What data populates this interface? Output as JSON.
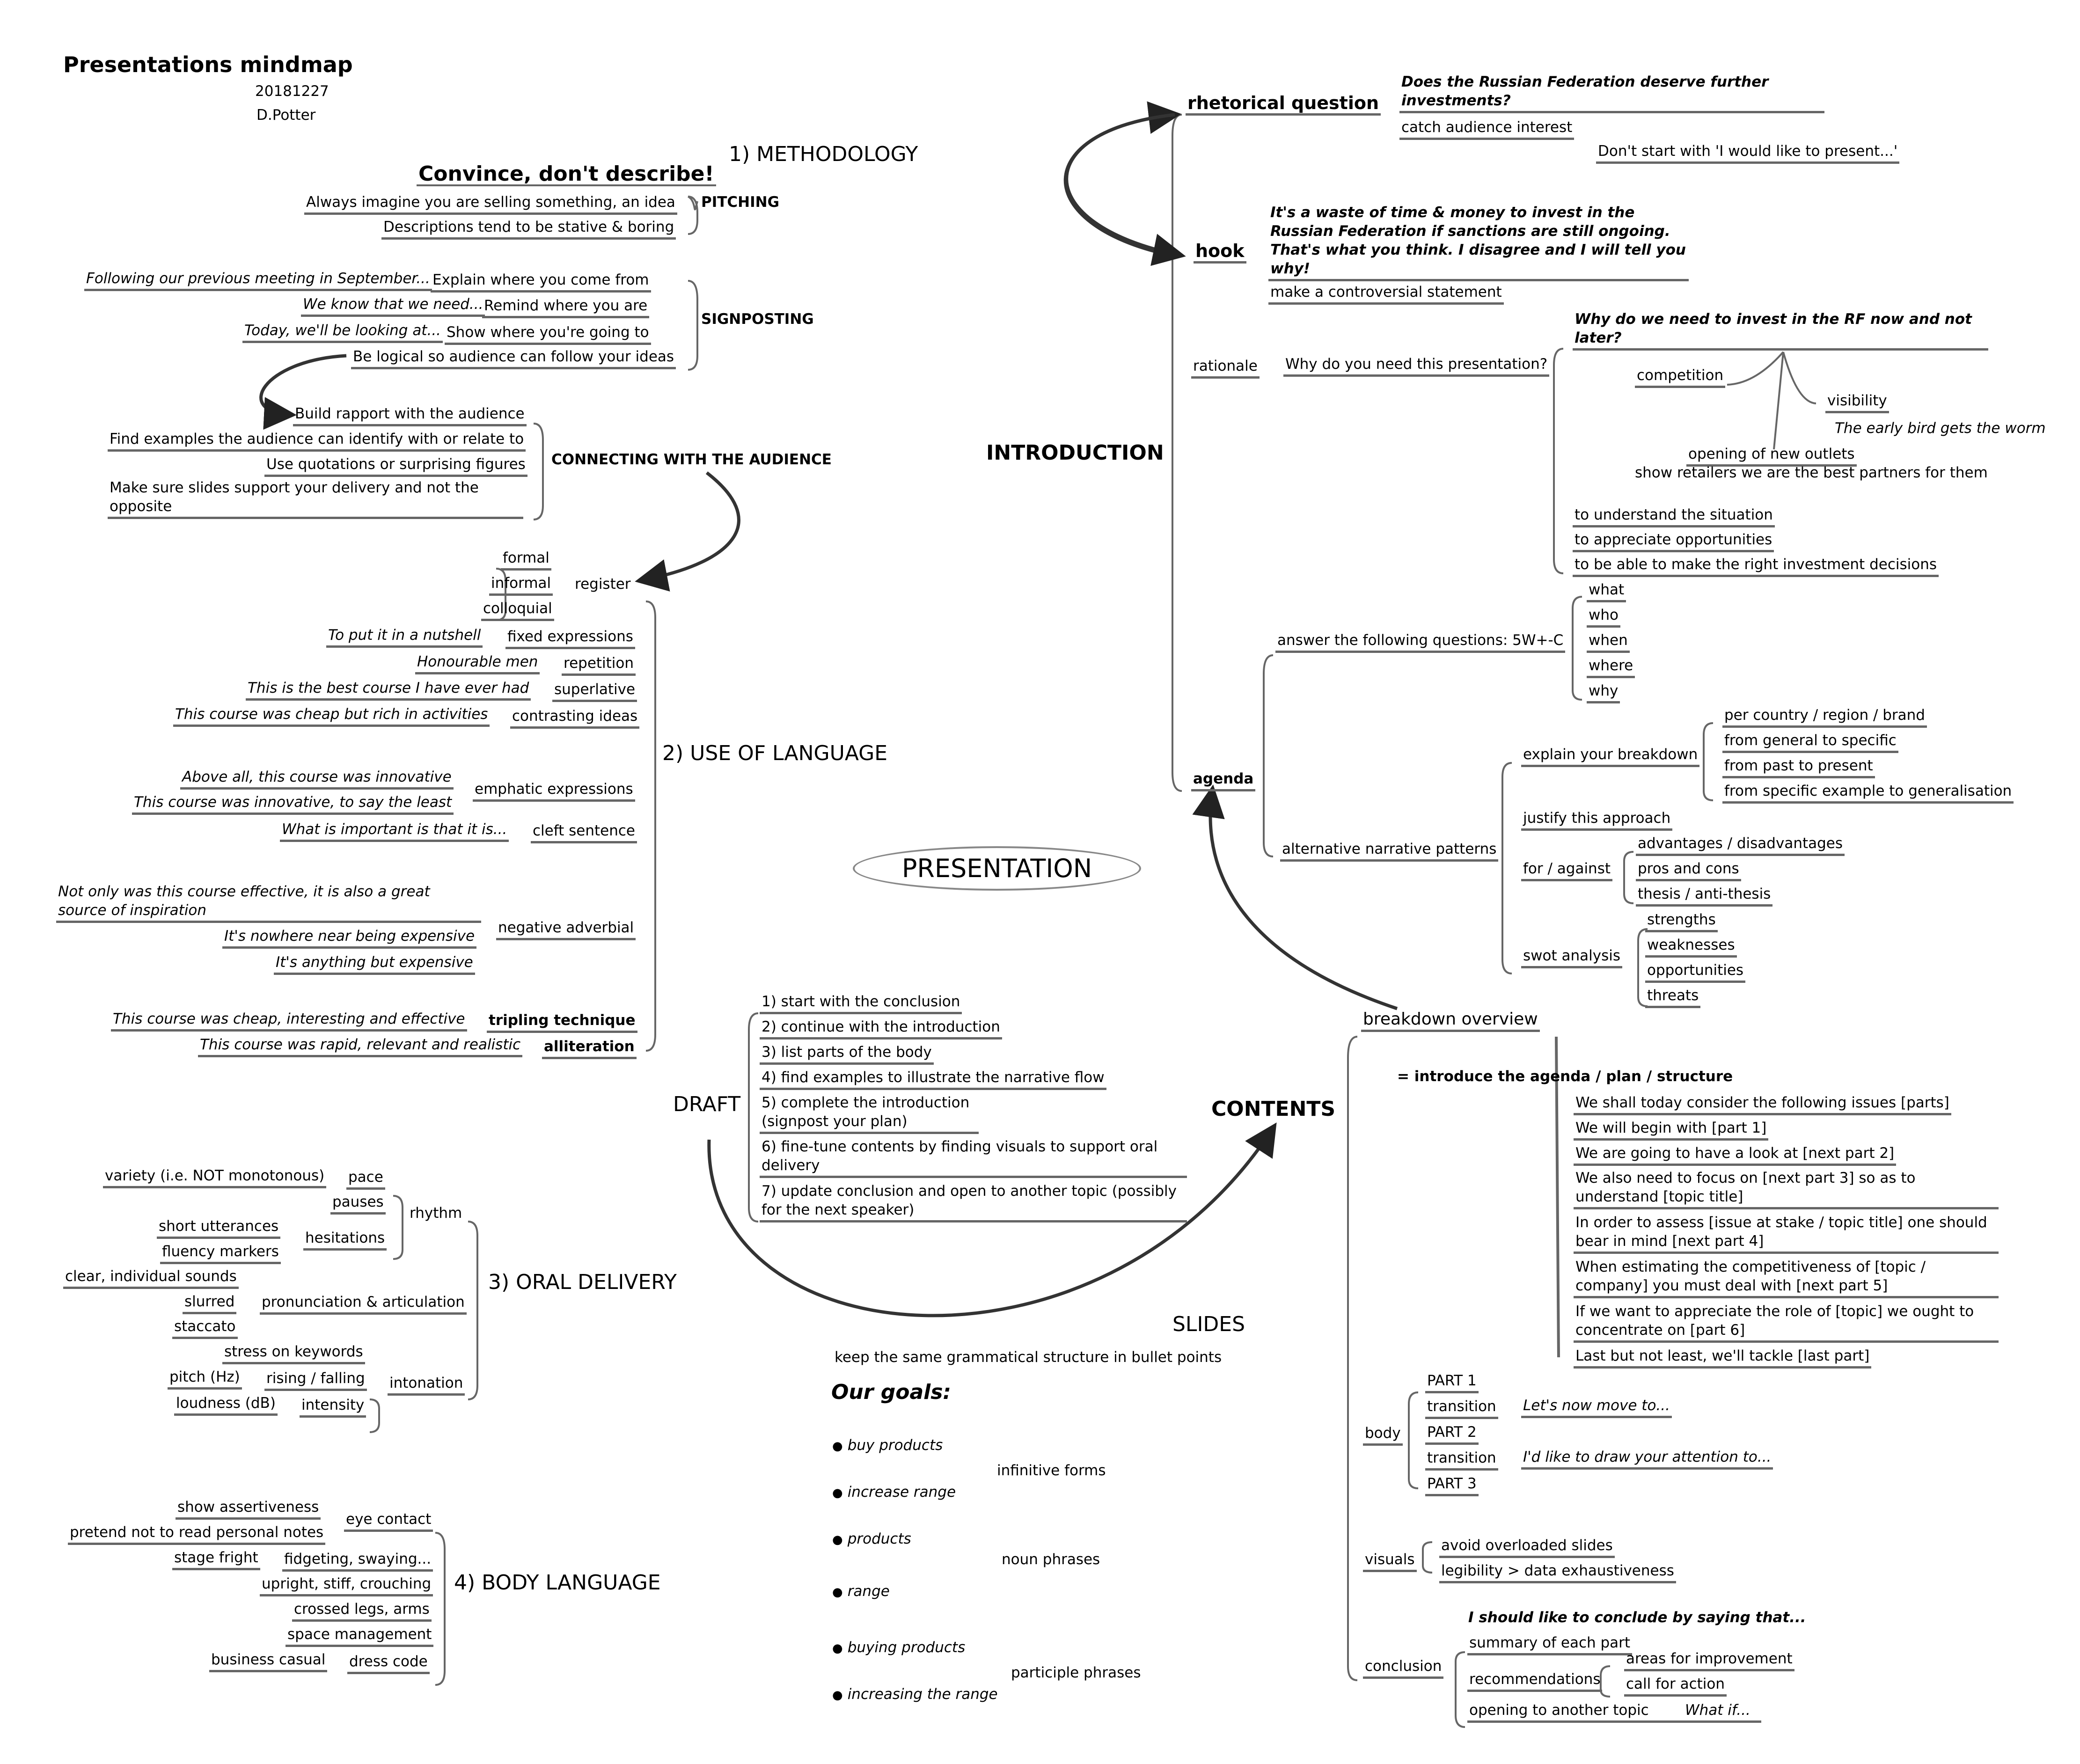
{
  "header": {
    "title": "Presentations mindmap",
    "date": "20181227",
    "author": "D.Potter"
  },
  "center": "PRESENTATION",
  "methodology": {
    "title": "1) METHODOLOGY",
    "motto": "Convince, don't describe!",
    "pitching": {
      "label": "PITCHING",
      "items": [
        "Always imagine you are selling something, an idea",
        "Descriptions tend to be stative & boring"
      ]
    },
    "signposting": {
      "label": "SIGNPOSTING",
      "items": [
        {
          "text": "Explain where you come from",
          "example": "Following our previous meeting in September..."
        },
        {
          "text": "Remind where you are",
          "example": "We know that we need..."
        },
        {
          "text": "Show where you're going to",
          "example": "Today, we'll be looking at..."
        },
        {
          "text": "Be logical so audience can follow your ideas"
        }
      ]
    },
    "connecting": {
      "label": "CONNECTING WITH THE AUDIENCE",
      "items": [
        "Build rapport with the audience",
        "Find examples the audience can identify with or relate to",
        "Use quotations or surprising figures",
        "Make sure slides support your delivery and not the opposite"
      ]
    }
  },
  "language": {
    "title": "2) USE OF LANGUAGE",
    "register": {
      "label": "register",
      "items": [
        "formal",
        "informal",
        "colloquial"
      ]
    },
    "devices": [
      {
        "label": "fixed expressions",
        "example": "To put it in a nutshell"
      },
      {
        "label": "repetition",
        "example": "Honourable men"
      },
      {
        "label": "superlative",
        "example": "This is the best course I have ever had"
      },
      {
        "label": "contrasting ideas",
        "example": "This course was cheap but rich in activities"
      },
      {
        "label": "emphatic expressions",
        "examples": [
          "Above all, this course was innovative",
          "This course was innovative, to say the least"
        ]
      },
      {
        "label": "cleft sentence",
        "example": "What is important is that it is..."
      },
      {
        "label": "negative adverbial",
        "examples": [
          "Not only was this course effective, it is also a great source of inspiration",
          "It's nowhere near being expensive",
          "It's anything but expensive"
        ]
      },
      {
        "label": "tripling technique",
        "example": "This course was cheap, interesting and effective"
      },
      {
        "label": "alliteration",
        "example": "This course was rapid, relevant and realistic"
      }
    ]
  },
  "oral": {
    "title": "3) ORAL DELIVERY",
    "rhythm": {
      "label": "rhythm",
      "pace": "pace",
      "pace_note": "variety (i.e. NOT monotonous)",
      "pauses": "pauses",
      "hesitations": "hesitations",
      "hes_items": [
        "short utterances",
        "fluency markers"
      ]
    },
    "pron": {
      "label": "pronunciation & articulation",
      "items": [
        "clear, individual sounds",
        "slurred",
        "staccato"
      ]
    },
    "intonation": {
      "label": "intonation",
      "stress": "stress on keywords",
      "rising": "rising / falling",
      "pitch": "pitch (Hz)",
      "intensity": "intensity",
      "loudness": "loudness (dB)"
    }
  },
  "body": {
    "title": "4) BODY LANGUAGE",
    "eye": {
      "label": "eye contact",
      "items": [
        "show assertiveness",
        "pretend not to read personal notes"
      ]
    },
    "fidget": {
      "label": "fidgeting, swaying...",
      "note": "stage fright"
    },
    "items": [
      "upright, stiff, crouching",
      "crossed legs, arms",
      "space management"
    ],
    "dress": {
      "label": "dress code",
      "note": "business casual"
    }
  },
  "draft": {
    "title": "DRAFT",
    "steps": [
      "1) start with the conclusion",
      "2) continue with the introduction",
      "3) list parts of the body",
      "4) find examples to illustrate the narrative flow",
      "5) complete the introduction (signpost your plan)",
      "6) fine-tune contents by finding visuals to support oral delivery",
      "7) update conclusion and open to another topic (possibly for the next speaker)"
    ]
  },
  "slides": {
    "title": "SLIDES",
    "rule": "keep the same grammatical structure in bullet points",
    "goals": "Our goals:",
    "groups": [
      {
        "label": "infinitive forms",
        "items": [
          "buy products",
          "increase range"
        ]
      },
      {
        "label": "noun phrases",
        "items": [
          "products",
          "range"
        ]
      },
      {
        "label": "participle phrases",
        "items": [
          "buying products",
          "increasing the range"
        ]
      }
    ]
  },
  "introduction": {
    "title": "INTRODUCTION",
    "rhetorical": {
      "label": "rhetorical question",
      "example": "Does the Russian Federation deserve further investments?",
      "purpose": "catch audience interest",
      "tip": "Don't start with 'I would like to present...'"
    },
    "hook": {
      "label": "hook",
      "example": "It's a waste of time & money to invest in the Russian Federation if sanctions are still ongoing. That's what you think. I disagree and I will tell you why!",
      "purpose": "make a controversial statement"
    },
    "rationale": {
      "label": "rationale",
      "question": "Why do you need this presentation?",
      "example": "Why do we need to invest in the RF now and not later?",
      "reasons": [
        "competition",
        "visibility",
        "opening of new outlets"
      ],
      "visibility_note": "The early bird gets the worm",
      "outlets_note": "show retailers we are the best partners for them",
      "goals": [
        "to understand the situation",
        "to appreciate opportunities",
        "to be able to make the right investment decisions"
      ]
    },
    "agenda": {
      "label": "agenda",
      "questions": {
        "label": "answer the following questions: 5W+-C",
        "items": [
          "what",
          "who",
          "when",
          "where",
          "why"
        ]
      },
      "patterns": {
        "label": "alternative narrative patterns",
        "breakdown": {
          "label": "explain your breakdown",
          "items": [
            "per country / region / brand",
            "from general to specific",
            "from past to present",
            "from specific example to generalisation"
          ]
        },
        "justify": "justify this approach",
        "forAgainst": {
          "label": "for / against",
          "items": [
            "advantages / disadvantages",
            "pros and cons",
            "thesis / anti-thesis"
          ]
        },
        "swot": {
          "label": "swot analysis",
          "items": [
            "strengths",
            "weaknesses",
            "opportunities",
            "threats"
          ]
        }
      }
    }
  },
  "contents": {
    "title": "CONTENTS",
    "overview": {
      "label": "breakdown overview",
      "definition": "= introduce the agenda / plan / structure",
      "phrases": [
        "We shall today consider the following issues [parts]",
        "We will begin with [part 1]",
        "We are going to have a look at [next part 2]",
        "We also need to focus on [next part 3] so as to understand [topic title]",
        "In order to assess [issue at stake / topic title] one should bear in mind [next part 4]",
        "When estimating the competitiveness of [topic / company] you must deal with [next part 5]",
        "If we want to appreciate the role of [topic] we ought to concentrate on [part 6]",
        "Last but not least, we'll tackle [last part]"
      ]
    },
    "body": {
      "label": "body",
      "items": [
        "PART 1",
        "transition",
        "PART 2",
        "transition",
        "PART 3"
      ],
      "transition1": "Let's now move to...",
      "transition2": "I'd like to draw your attention to..."
    },
    "visuals": {
      "label": "visuals",
      "items": [
        "avoid overloaded slides",
        "legibility > data exhaustiveness"
      ]
    },
    "conclusion": {
      "label": "conclusion",
      "example": "I should like to conclude by saying that...",
      "summary": "summary of each part",
      "recommendations": "recommendations",
      "rec_items": [
        "areas for improvement",
        "call for action"
      ],
      "opening": "opening to another topic",
      "opening_note": "What if..."
    }
  }
}
